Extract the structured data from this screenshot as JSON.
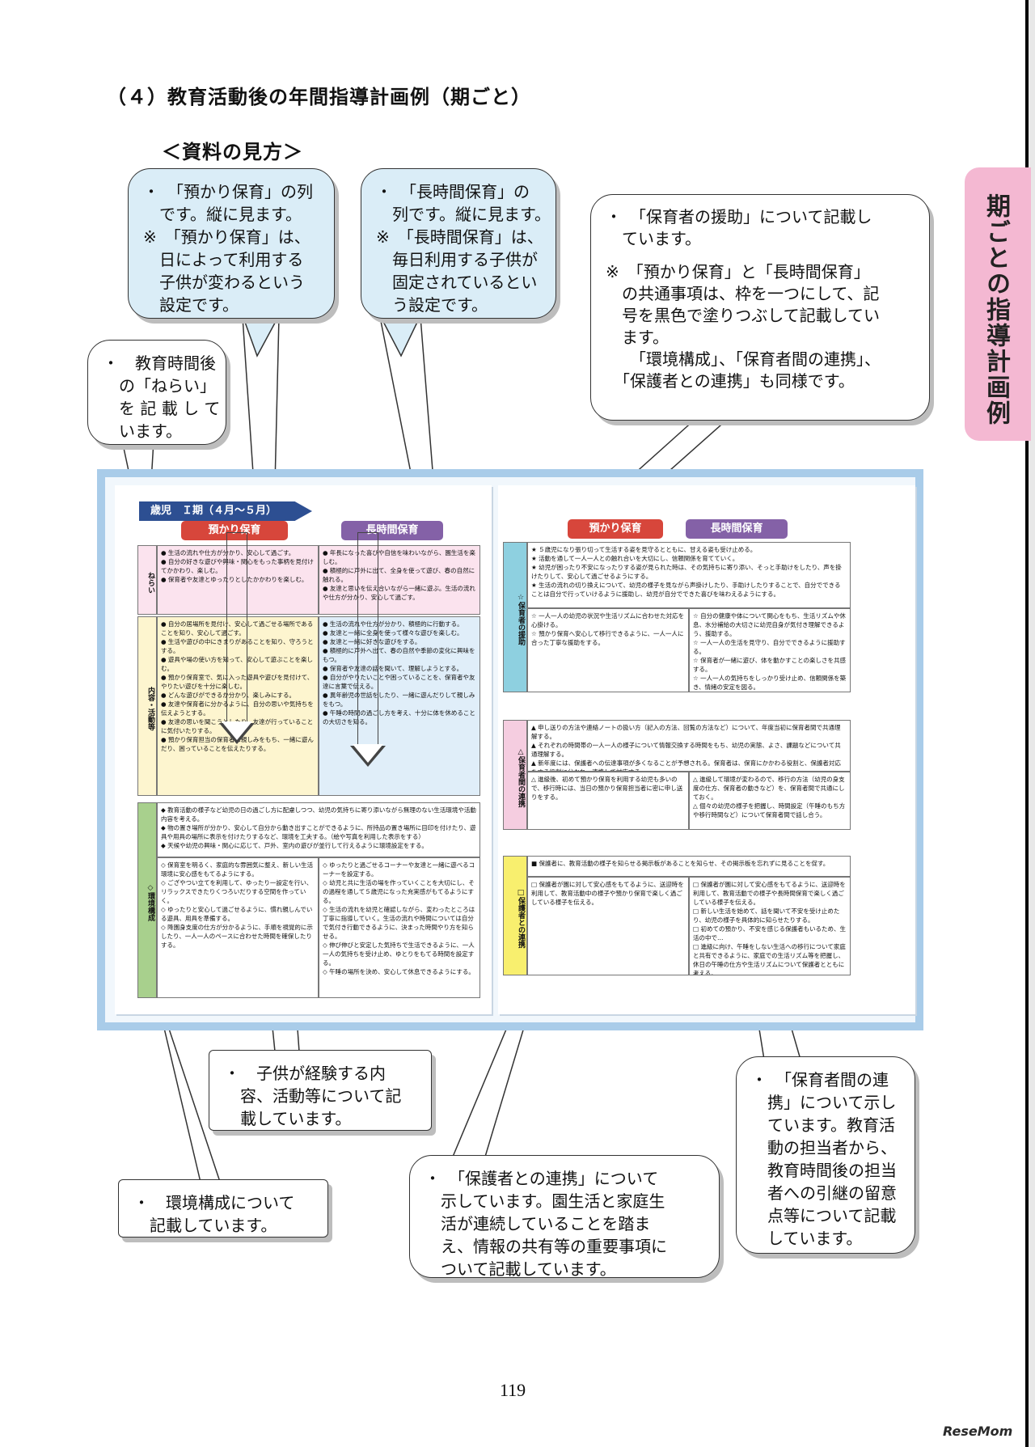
{
  "heading": "（４）教育活動後の年間指導計画例（期ごと）",
  "subheading": "＜資料の見方＞",
  "side_tab": "期ごとの指導計画例",
  "callouts": {
    "azukari": [
      "・　「預かり保育」の列",
      "　です。縦に見ます。",
      "※　「預かり保育」は、",
      "　日によって利用する",
      "　子供が変わるという",
      "　設定です。"
    ],
    "choujikan": [
      "・　「長時間保育」の",
      "　列です。縦に見ます。",
      "※　「長時間保育」は、",
      "　毎日利用する子供が",
      "　固定されているとい",
      "　う設定です。"
    ],
    "hogosha_enjo": [
      "・　「保育者の援助」について記載し",
      "　ています。",
      "",
      "※　「預かり保育」と「長時間保育」",
      "　の共通事項は、枠を一つにして、記",
      "　号を黒色で塗りつぶして記載してい",
      "　ます。",
      "　　「環境構成」、「保育者間の連携」、",
      "　「保護者との連携」も同様です。"
    ],
    "nerai": [
      "・　教育時間後",
      "　の「ねらい」",
      "　を 記 載 し て",
      "　います。"
    ],
    "keiken": [
      "・　子供が経験する内",
      "　容、活動等について記",
      "　載しています。"
    ],
    "kankyo": [
      "・　環境構成について",
      "　記載しています。"
    ],
    "hogosha_renkei": [
      "・　「保護者との連携」について",
      "　示しています。園生活と家庭生",
      "　活が連続していることを踏ま",
      "　え、情報の共有等の重要事項に",
      "　ついて記載しています。"
    ],
    "hoikusha_renkei": [
      "・　「保育者間の連",
      "　携」について示し",
      "　ています。教育活",
      "　動の担当者から、",
      "　教育時間後の担当",
      "　者への引継の留意",
      "　点等について記載",
      "　しています。"
    ]
  },
  "left_page": {
    "title": "歳児　Ｉ期（４月～５月）",
    "col_azukari": "預かり保育",
    "col_choujikan": "長時間保育",
    "row_nerai": "ねらい",
    "row_naiyou": "内容・活動等",
    "row_kankyo": "◇環境構成",
    "nerai_azukari": [
      "● 生活の流れや仕方が分かり、安心して過ごす。",
      "● 自分の好きな遊びや興味・関心をもった事柄を見付けてかかわり、楽しむ。",
      "● 保育者や友達とゆったりとしたかかわりを楽しむ。"
    ],
    "nerai_choujikan": [
      "● 年長になった喜びや自信を味わいながら、園生活を楽しむ。",
      "● 積極的に戸外に出て、全身を使って遊び、春の自然に触れる。",
      "● 友達と思いを伝え合いながら一緒に遊ぶ。生活の流れや仕方が分かり、安心して過ごす。"
    ],
    "naiyou_azukari": [
      "● 自分の居場所を見付け、安心して過ごせる場所であることを知り、安心して過ごす。",
      "● 生活や遊びの中にきまりがあることを知り、守ろうとする。",
      "● 遊具や場の使い方を知って、安心して遊ぶことを楽しむ。",
      "● 預かり保育室で、気に入った遊具や遊びを見付けて、やりたい遊びを十分に楽しむ。",
      "● どんな遊びができるか分かり、楽しみにする。",
      "● 友達や保育者に分かるように、自分の思いや気持ちを伝えようとする。",
      "● 友達の思いを聞こうとしたり、友達が行っていることに気付いたりする。",
      "● 預かり保育担当の保育者に親しみをもち、一緒に遊んだり、困っていることを伝えたりする。"
    ],
    "naiyou_choujikan": [
      "● 生活の流れや仕方が分かり、積極的に行動する。",
      "● 友達と一緒に全身を使って様々な遊びを楽しむ。",
      "● 友達と一緒に好きな遊びをする。",
      "● 積極的に戸外へ出て、春の自然や季節の変化に興味をもつ。",
      "● 保育者や友達の話を聞いて、理解しようとする。",
      "● 自分がやりたいことや困っていることを、保育者や友達に言葉で伝える。",
      "● 異年齢児の世話をしたり、一緒に遊んだりして親しみをもつ。",
      "● 午睡の時間の過ごし方を考え、十分に体を休めることの大切さを知る。"
    ],
    "kankyo_common": [
      "◆ 教育活動の様子など幼児の日の過ごし方に配慮しつつ、幼児の気持ちに寄り添いながら無理のない生活環境や活動内容を考える。",
      "◆ 物の置き場所が分かり、安心して自分から動き出すことができるように、所持品の置き場所に目印を付けたり、遊具や用具の場所に表示を付けたりするなど、環境を工夫する。（絵や写真を利用した表示をする）",
      "◆ 天候や幼児の興味・関心に応じて、戸外、室内の遊びが並行して行えるように環境設定をする。"
    ],
    "kankyo_azukari": [
      "◇ 保育室を明るく、家庭的な雰囲気に整え、新しい生活環境に安心感をもてるようにする。",
      "◇ ござやつい立てを利用して、ゆったり一設定を行い、リラックスできたりくつろいだりする空間を作っていく。",
      "◇ ゆったりと安心して過ごせるように、慣れ親しんでいる遊具、用具を準備する。",
      "◇ 降園身支度の仕方が分かるように、手順を視覚的に示したり、一人一人のペースに合わせた時間を確保したりする。"
    ],
    "kankyo_choujikan": [
      "◇ ゆったりと過ごせるコーナーや友達と一緒に遊べるコーナーを設定する。",
      "◇ 幼児と共に生活の場を作っていくことを大切にし、その過程を通して５歳児になった充実感がもてるようにする。",
      "◇ 生活の流れを幼児と確認しながら、変わったところは丁寧に指導していく。生活の流れや時間については自分で気付き行動できるように、決まった時間やり方を知らせる。",
      "◇ 伸び伸びと安定した気持ちで生活できるように、一人一人の気持ちを受け止め、ゆとりをもてる時間を設定する。",
      "◇ 午睡の場所を決め、安心して休息できるようにする。"
    ]
  },
  "right_page": {
    "col_azukari": "預かり保育",
    "col_choujikan": "長時間保育",
    "row_enjo": "☆保育者の援助",
    "row_hoikusha": "△保育者間の連携",
    "row_hogosha": "□保護者との連携",
    "enjo_common": [
      "★ ５歳児になり張り切って生活する姿を見守るとともに、甘える姿も受け止める。",
      "★ 活動を通して一人一人との触れ合いを大切にし、信頼関係を育てていく。",
      "★ 幼児が困ったり不安になったりする姿が見られた時は、その気持ちに寄り添い、そっと手助けをしたり、声を掛けたりして、安心して過ごせるようにする。",
      "★ 生活の流れの切り換えについて、幼児の様子を見ながら声掛けしたり、手助けしたりすることで、自分でできることは自分で行っていけるように援助し、幼児が自分でできた喜びを味わえるようにする。"
    ],
    "enjo_azukari": [
      "☆ 一人一人の幼児の状況や生活リズムに合わせた対応を心掛ける。",
      "☆ 預かり保育へ安心して移行できるように、一人一人に合った丁寧な援助をする。"
    ],
    "enjo_choujikan": [
      "☆ 自分の健康や体について関心をもち、生活リズムや休息、水分補給の大切さに幼児自身が気付き理解できるよう、援助する。",
      "☆ 一人一人の生活を見守り、自分でできるように援助する。",
      "☆ 保育者が一緒に遊び、体を動かすことの楽しさを共感する。",
      "☆ 一人一人の気持ちをしっかり受け止め、信頼関係を築き、情緒の安定を図る。"
    ],
    "hoikusha_common": [
      "▲ 申し送りの方法や連絡ノートの扱い方（記入の方法、回覧の方法など）について、年度当初に保育者間で共通理解する。",
      "▲ それぞれの時間帯の一人一人の様子について情報交換する時間をもち、幼児の実態、よさ、課題などについて共通理解する。",
      "▲ 新年度には、保護者への伝達事項が多くなることが予想される。保育者は、保育にかかわる役割と、保護者対応をする役割に分かれ、連携して対応する。"
    ],
    "hoikusha_azukari": [
      "△ 進級後、初めて預かり保育を利用する幼児も多いので、移行時には、当日の預かり保育担当者に密に申し送りをする。"
    ],
    "hoikusha_choujikan": [
      "△ 進級して環境が変わるので、移行の方法（幼児の身支度の仕方、保育者の動きなど）を、保育者間で共通にしておく。",
      "△ 個々の幼児の様子を把握し、時間設定（午睡のもち方や移行時間など）について保育者間で話し合う。"
    ],
    "hogosha_common": [
      "■ 保護者に、教育活動の様子を知らせる掲示板があることを知らせ、その掲示板を忘れずに見ることを促す。"
    ],
    "hogosha_azukari": [
      "□ 保護者が園に対して安心感をもてるように、送迎時を利用して、教育活動中の様子や預かり保育で楽しく過ごしている様子を伝える。"
    ],
    "hogosha_choujikan": [
      "□ 保護者が園に対して安心感をもてるように、送迎時を利用して、教育活動での様子や長時間保育で楽しく過ごしている様子を伝える。",
      "□ 新しい生活を始めて、話を聞いて不安を受け止めたり、幼児の様子を具体的に知らせたりする。",
      "□ 初めての預かり、不安を感じる保護者もいるため、生活の中で…",
      "□ 進級に向け、午睡をしない生活への移行について家庭と共有できるように、家庭での生活リズム等を把握し、休日の午睡の仕方や生活リズムについて保護者とともに考える。"
    ]
  },
  "page_number": "119",
  "logo": "ReseMom"
}
